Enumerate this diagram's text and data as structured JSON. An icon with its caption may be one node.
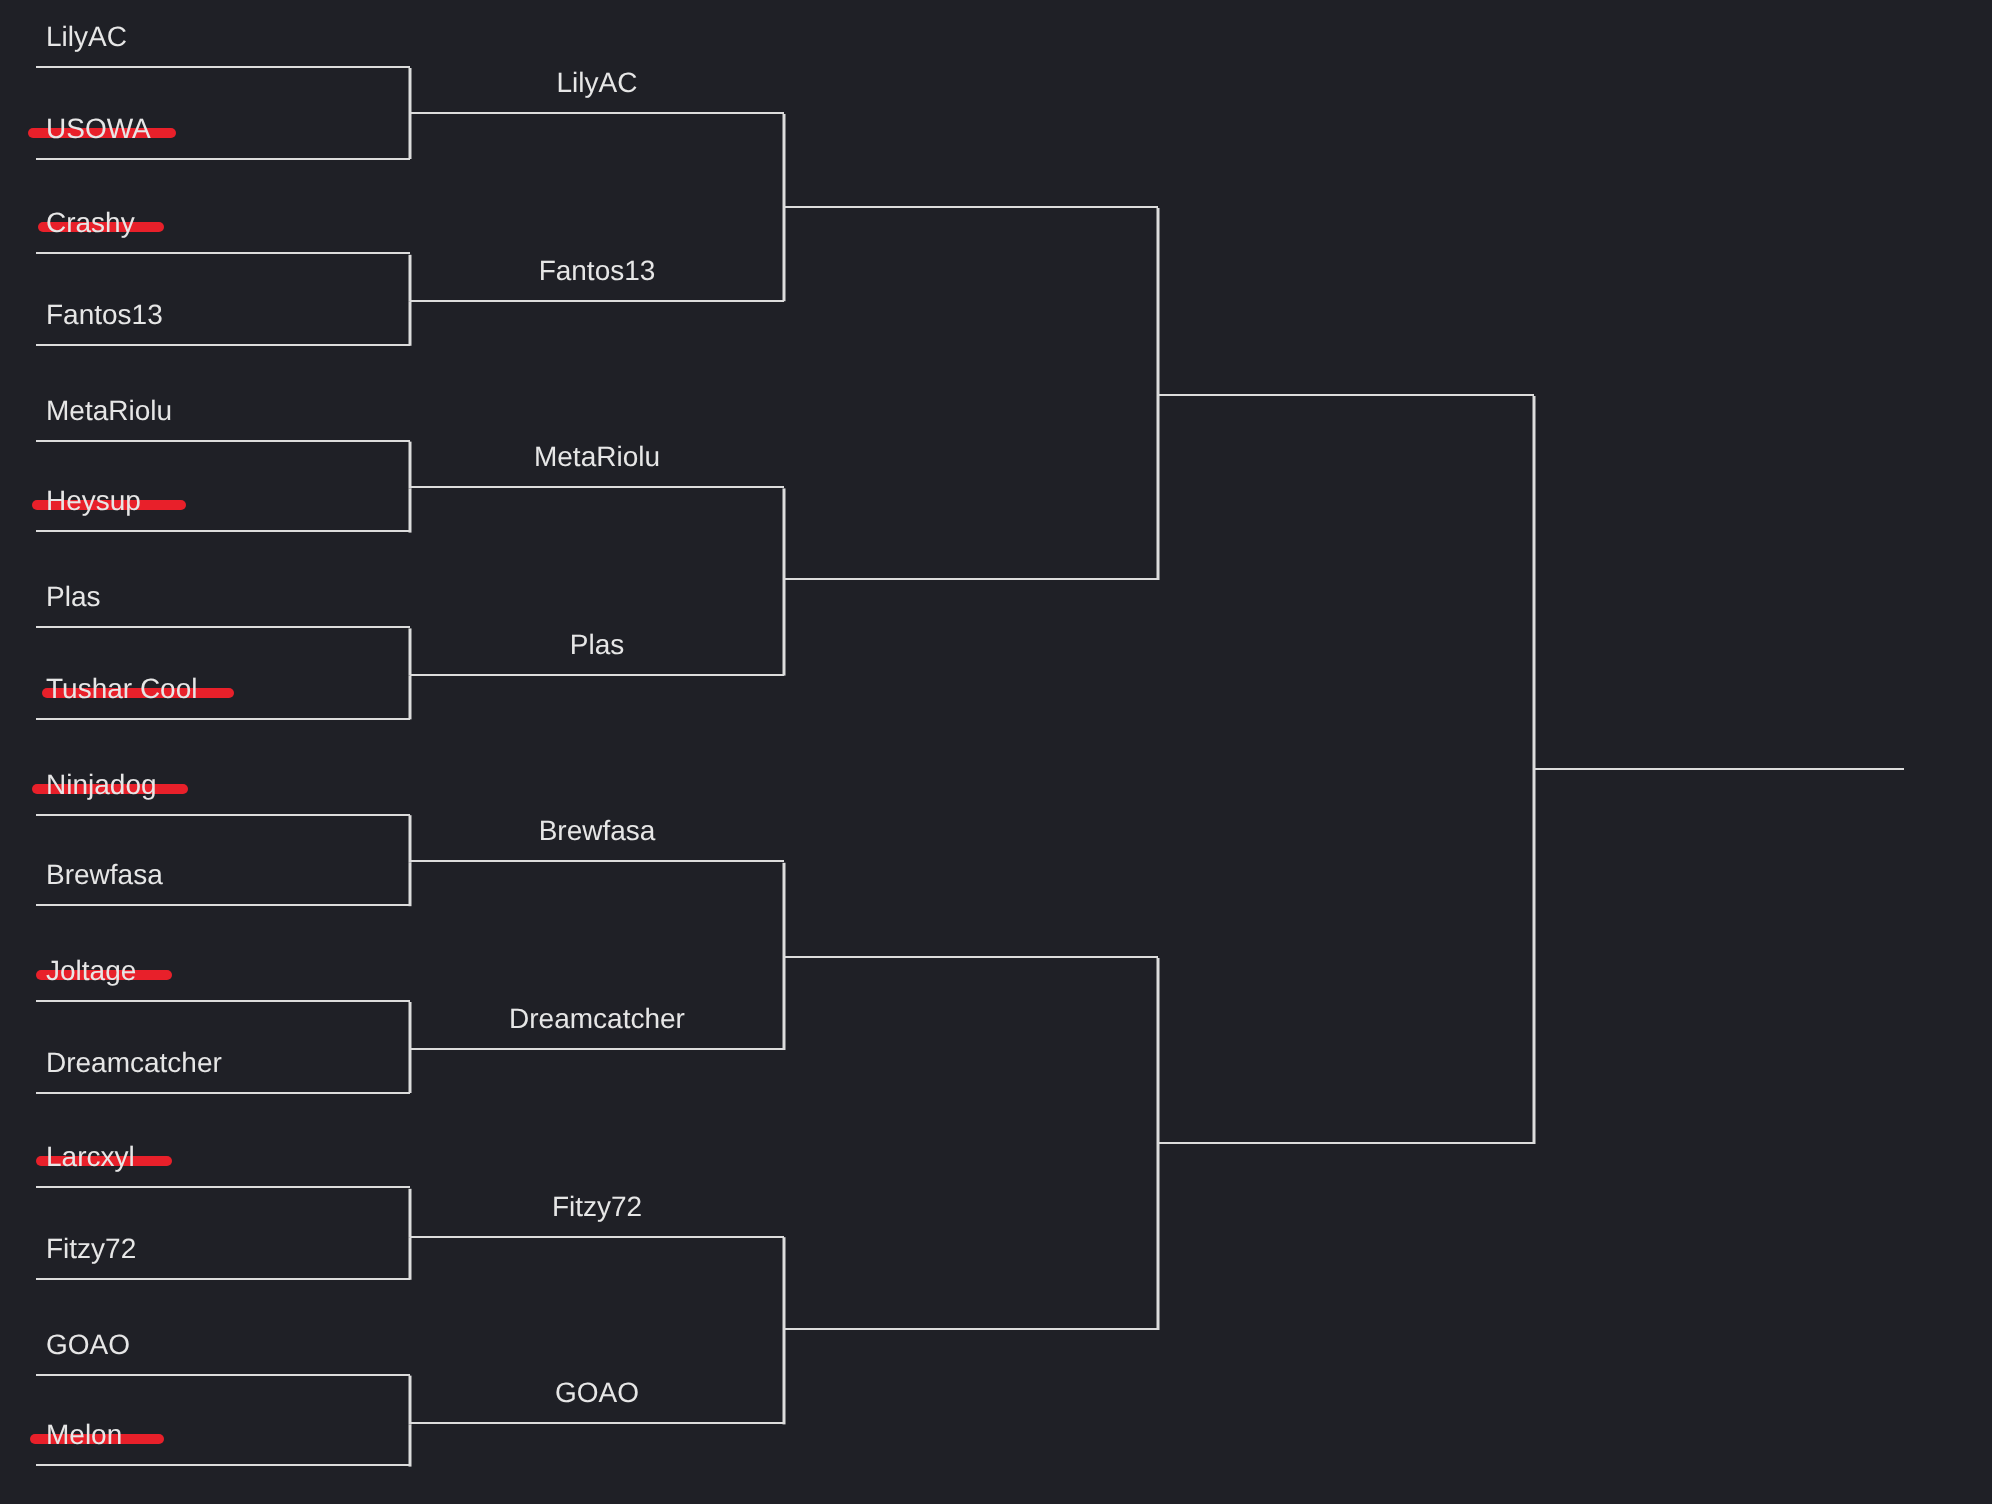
{
  "diagram": {
    "nodes": [
      {
        "text": [
          "LilyAC"
        ]
      },
      {
        "text": [
          "USOWA"
        ]
      },
      {
        "text": [
          "Crashy"
        ]
      },
      {
        "text": [
          "Fantos13"
        ]
      },
      {
        "text": [
          "MetaRiolu"
        ]
      },
      {
        "text": [
          "Heysup"
        ]
      },
      {
        "text": [
          "Plas"
        ]
      },
      {
        "text": [
          "Tushar Cool"
        ]
      },
      {
        "text": [
          "Ninjadog"
        ]
      },
      {
        "text": [
          "Brewfasa"
        ]
      },
      {
        "text": [
          "Joltage"
        ]
      },
      {
        "text": [
          "Dreamcatcher"
        ]
      },
      {
        "text": [
          "Larcxyl"
        ]
      },
      {
        "text": [
          "Fitzy72"
        ]
      },
      {
        "text": [
          "GOAO"
        ]
      },
      {
        "text": [
          "Melon"
        ]
      },
      {
        "text": [
          "LilyAC"
        ]
      },
      {
        "text": [
          "Fantos13"
        ]
      },
      {
        "text": [
          "MetaRiolu"
        ]
      },
      {
        "text": [
          "Plas"
        ]
      },
      {
        "text": [
          "Brewfasa"
        ]
      },
      {
        "text": [
          "Dreamcatcher"
        ]
      },
      {
        "text": [
          "Fitzy72"
        ]
      },
      {
        "text": [
          "GOAO"
        ]
      },
      {
        "text": [],
        "shape": "bar"
      },
      {
        "text": [],
        "shape": "bar"
      },
      {
        "text": [],
        "shape": "bar"
      },
      {
        "text": [],
        "shape": "bar"
      },
      {
        "text": [],
        "shape": "bar"
      },
      {
        "text": [],
        "shape": "bar"
      },
      {
        "text": [],
        "shape": "bar"
      }
    ],
    "edges": [
      {
        "from": 0,
        "to": 16,
        "arrow": "none"
      },
      {
        "from": 1,
        "to": 16,
        "arrow": "none"
      },
      {
        "from": 2,
        "to": 17,
        "arrow": "none"
      },
      {
        "from": 3,
        "to": 17,
        "arrow": "none"
      },
      {
        "from": 4,
        "to": 18,
        "arrow": "none"
      },
      {
        "from": 5,
        "to": 18,
        "arrow": "none"
      },
      {
        "from": 6,
        "to": 19,
        "arrow": "none"
      },
      {
        "from": 7,
        "to": 19,
        "arrow": "none"
      },
      {
        "from": 8,
        "to": 20,
        "arrow": "none"
      },
      {
        "from": 9,
        "to": 20,
        "arrow": "none"
      },
      {
        "from": 10,
        "to": 21,
        "arrow": "none"
      },
      {
        "from": 11,
        "to": 21,
        "arrow": "none"
      },
      {
        "from": 12,
        "to": 22,
        "arrow": "none"
      },
      {
        "from": 13,
        "to": 22,
        "arrow": "none"
      },
      {
        "from": 14,
        "to": 23,
        "arrow": "none"
      },
      {
        "from": 15,
        "to": 23,
        "arrow": "none"
      },
      {
        "from": 16,
        "to": 24,
        "arrow": "none"
      },
      {
        "from": 17,
        "to": 24,
        "arrow": "none"
      },
      {
        "from": 18,
        "to": 25,
        "arrow": "none"
      },
      {
        "from": 19,
        "to": 25,
        "arrow": "none"
      },
      {
        "from": 20,
        "to": 26,
        "arrow": "none"
      },
      {
        "from": 21,
        "to": 26,
        "arrow": "none"
      },
      {
        "from": 22,
        "to": 27,
        "arrow": "none"
      },
      {
        "from": 23,
        "to": 27,
        "arrow": "none"
      },
      {
        "from": 24,
        "to": 28,
        "arrow": "none"
      },
      {
        "from": 25,
        "to": 28,
        "arrow": "none"
      },
      {
        "from": 26,
        "to": 29,
        "arrow": "none"
      },
      {
        "from": 27,
        "to": 29,
        "arrow": "none"
      },
      {
        "from": 28,
        "to": 30,
        "arrow": "none"
      },
      {
        "from": 29,
        "to": 30,
        "arrow": "none"
      }
    ]
  }
}
